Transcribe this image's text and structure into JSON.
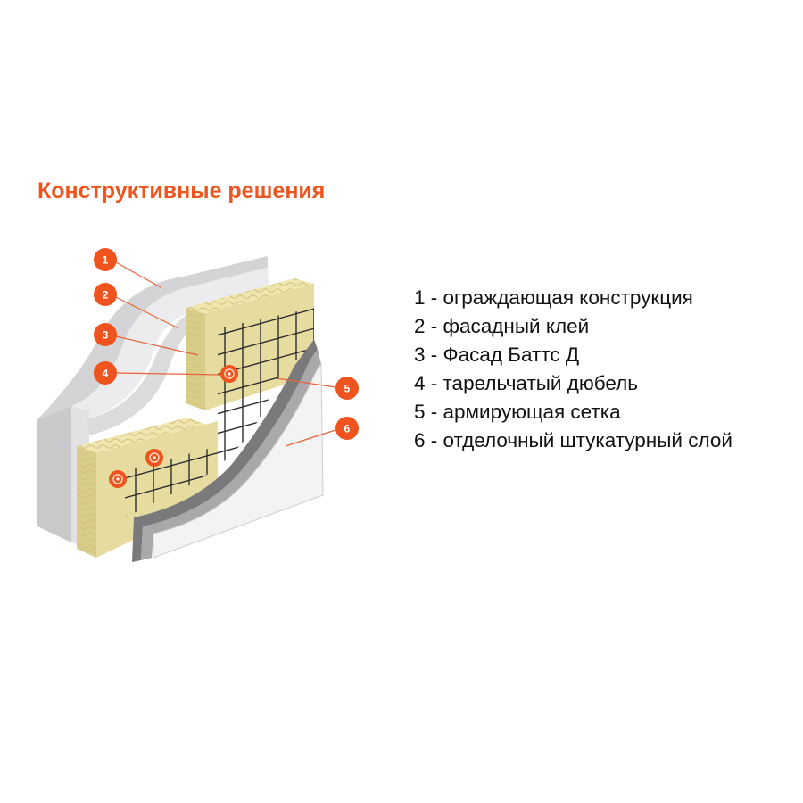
{
  "title": "Конструктивные решения",
  "legend": [
    "1 - ограждающая конструкция",
    "2 - фасадный клей",
    "3 - Фасад Баттс Д",
    "4 - тарельчатый дюбель",
    "5 - армирующая сетка",
    "6 - отделочный штукатурный слой"
  ],
  "markers": [
    "1",
    "2",
    "3",
    "4",
    "5",
    "6"
  ],
  "colors": {
    "accent": "#f0541e",
    "wall": "#e4e4e6",
    "insulation": "#e6dca0",
    "mesh": "#333333",
    "plaster": "#f4f4f4"
  }
}
